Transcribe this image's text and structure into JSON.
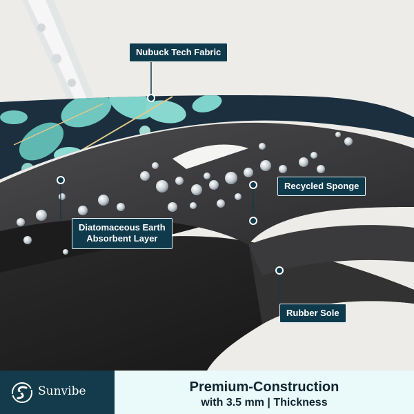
{
  "labels": {
    "nubuck": "Nubuck Tech Fabric",
    "sponge": "Recycled Sponge",
    "diatom_line1": "Diatomaceous Earth",
    "diatom_line2": "Absorbent Layer",
    "rubber": "Rubber Sole"
  },
  "banner": {
    "brand": "Sunvibe",
    "headline": "Premium-Construction",
    "subline": "with 3.5 mm | Thickness"
  },
  "icons": {
    "brand_logo": "sunvibe-logo-icon"
  },
  "colors": {
    "label_bg": "#0f3a4c",
    "banner_bg": "#eaf9f9",
    "brand_bg": "#133b4b",
    "fabric_navy": "#1b2f3f",
    "leaf_teal": "#6fc7bf",
    "rubber": "#1e1e1e"
  }
}
